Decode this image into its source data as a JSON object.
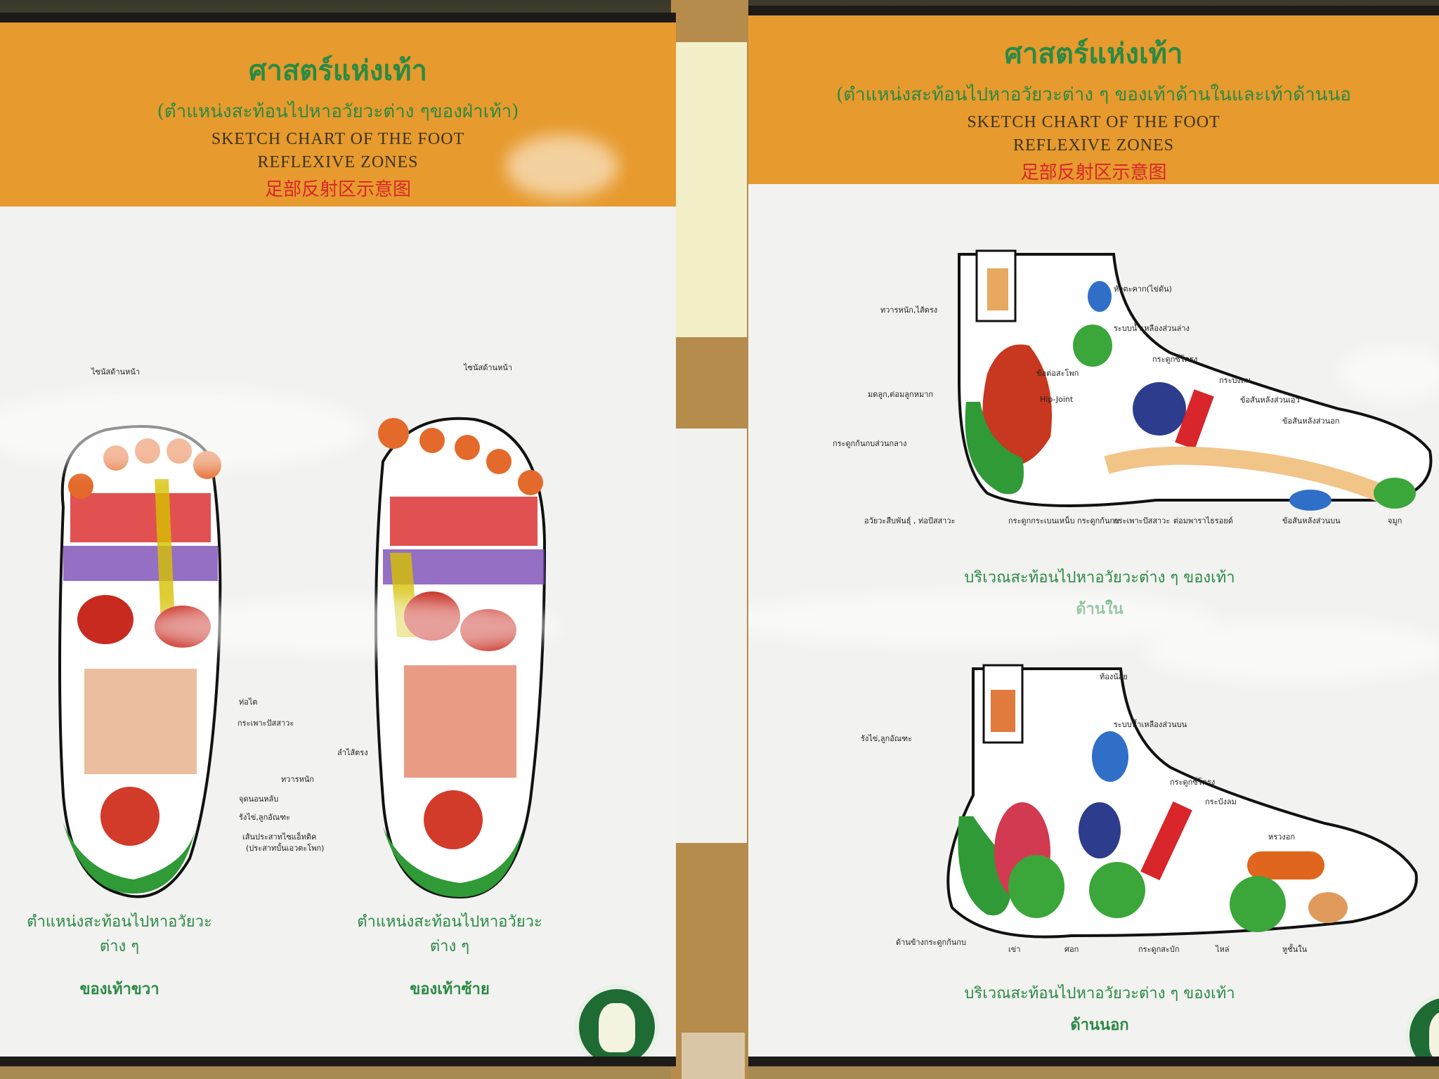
{
  "scene": "photo of two reflexology wall posters",
  "left_poster": {
    "title_thai": "ศาสตร์แห่งเท้า",
    "subtitle_thai": "(ตำแหน่งสะท้อนไปหาอวัยวะต่าง ๆของฝ่าเท้า)",
    "title_en_1": "SKETCH CHART OF  THE FOOT",
    "title_en_2": "REFLEXIVE  ZONES",
    "title_cn": "足部反射区示意图",
    "caption_right_foot": {
      "th": "ตำแหน่งสะท้อนไปหาอวัยวะต่าง ๆ",
      "th2": "ของเท้าขวา"
    },
    "caption_left_foot": {
      "th": "ตำแหน่งสะท้อนไปหาอวัยวะต่าง ๆ",
      "th2": "ของเท้าซ้าย"
    },
    "labels": {
      "top_left": "ไซนัสด้านหน้า",
      "top_right": "ไซนัสด้านหน้า",
      "l1": "ท่อไต",
      "l2": "กระเพาะปัสสาวะ",
      "l3": "ทวารหนัก",
      "l4": "ลำไส้ตรง",
      "l5": "จุดนอนหลับ",
      "l6": "รังไข่,ลูกอัณฑะ",
      "l7": "เส้นประสาทไซแอ็ทติค",
      "l8": "(ประสาทบั้นเอวตะโพก)"
    }
  },
  "right_poster": {
    "title_thai": "ศาสตร์แห่งเท้า",
    "subtitle_thai": "(ตำแหน่งสะท้อนไปหาอวัยวะต่าง ๆ   ของเท้าด้านในและเท้าด้านนอ",
    "title_en_1": "SKETCH CHART OF  THE FOOT",
    "title_en_2": "REFLEXIVE  ZONES",
    "title_cn": "足部反射区示意图",
    "caption_inner": {
      "th": "บริเวณสะท้อนไปหาอวัยวะต่าง ๆ  ของเท้า",
      "th2": "ด้านใน"
    },
    "caption_outer": {
      "th": "บริเวณสะท้อนไปหาอวัยวะต่าง ๆ  ของเท้า",
      "th2": "ด้านนอก"
    },
    "inner_labels": {
      "a": "หัวตะคาก(ไข่ดัน)",
      "b": "ทวารหนัก,ไส้ตรง",
      "c": "ระบบน้ำเหลืองส่วนล่าง",
      "d": "กระดูกซี่โครง",
      "e": "ข้อต่อสะโพก",
      "f": "กระบังลม",
      "g": "มดลูก,ต่อมลูกหมาก",
      "h": "ข้อสันหลังส่วนเอว",
      "i": "ข้อสันหลังส่วนอก",
      "j": "กระดูกก้นกบส่วนกลาง",
      "k": "อวัยวะสืบพันธุ์ , ท่อปัสสาวะ",
      "l": "กระดูกกระเบนเหน็บ กระดูกก้นกบ",
      "m": "กระเพาะปัสสาวะ",
      "n": "ต่อมพาราไธรอยด์",
      "o": "ข้อสันหลังส่วนบน",
      "p": "จมูก",
      "q": "Hip-Joint"
    },
    "outer_labels": {
      "a": "ท้องน้อย",
      "b": "ระบบน้ำเหลืองส่วนบน",
      "c": "รังไข่,ลูกอัณฑะ",
      "d": "กระดูกซี่โครง",
      "e": "กระบังลม",
      "f": "หรวงอก",
      "g": "ด้านข้างกระดูกก้นกบ",
      "h": "เข่า",
      "i": "ศอก",
      "j": "กระดูกสะบัก",
      "k": "ไหล่",
      "l": "หูชั้นใน"
    }
  },
  "colors": {
    "header_orange": "#e79a2d",
    "title_green": "#2a8a44",
    "chinese_red": "#d8262a",
    "poster_white": "#f2f2f0"
  }
}
